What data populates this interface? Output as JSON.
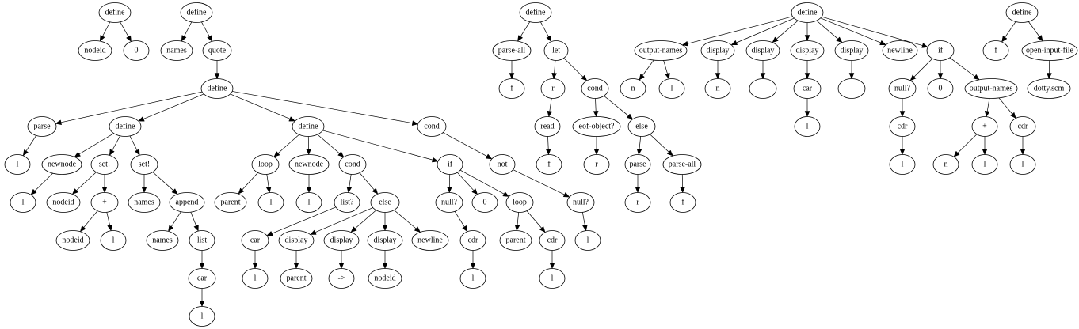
{
  "diagram": {
    "type": "syntax-tree",
    "nodes": [
      {
        "id": "a1",
        "label": "define"
      },
      {
        "id": "a2",
        "label": "nodeid"
      },
      {
        "id": "a3",
        "label": "0"
      },
      {
        "id": "b1",
        "label": "define"
      },
      {
        "id": "b2",
        "label": "names"
      },
      {
        "id": "b3",
        "label": "quote"
      },
      {
        "id": "b4",
        "label": "define"
      },
      {
        "id": "b5",
        "label": "parse"
      },
      {
        "id": "b6",
        "label": "define"
      },
      {
        "id": "b7",
        "label": "define"
      },
      {
        "id": "b8",
        "label": "cond"
      },
      {
        "id": "b9",
        "label": "l"
      },
      {
        "id": "b10",
        "label": "newnode"
      },
      {
        "id": "b11",
        "label": "set!"
      },
      {
        "id": "b12",
        "label": "set!"
      },
      {
        "id": "b13",
        "label": "l"
      },
      {
        "id": "b14",
        "label": "nodeid"
      },
      {
        "id": "b15",
        "label": "+"
      },
      {
        "id": "b16",
        "label": "names"
      },
      {
        "id": "b17",
        "label": "append"
      },
      {
        "id": "b18",
        "label": "nodeid"
      },
      {
        "id": "b19",
        "label": "l"
      },
      {
        "id": "b20",
        "label": "names"
      },
      {
        "id": "b21",
        "label": "list"
      },
      {
        "id": "b22",
        "label": "car"
      },
      {
        "id": "b23",
        "label": "l"
      },
      {
        "id": "c1",
        "label": "loop"
      },
      {
        "id": "c2",
        "label": "newnode"
      },
      {
        "id": "c3",
        "label": "cond"
      },
      {
        "id": "c4",
        "label": "if"
      },
      {
        "id": "c5",
        "label": "parent"
      },
      {
        "id": "c6",
        "label": "l"
      },
      {
        "id": "c7",
        "label": "l"
      },
      {
        "id": "c8",
        "label": "list?"
      },
      {
        "id": "c9",
        "label": "else"
      },
      {
        "id": "c10",
        "label": "car"
      },
      {
        "id": "c11",
        "label": "l"
      },
      {
        "id": "c12",
        "label": "display"
      },
      {
        "id": "c13",
        "label": "display"
      },
      {
        "id": "c14",
        "label": "display"
      },
      {
        "id": "c15",
        "label": "newline"
      },
      {
        "id": "c16",
        "label": "parent"
      },
      {
        "id": "c17",
        "label": "->"
      },
      {
        "id": "c18",
        "label": "nodeid"
      },
      {
        "id": "c19",
        "label": "null?"
      },
      {
        "id": "c20",
        "label": "0"
      },
      {
        "id": "c21",
        "label": "loop"
      },
      {
        "id": "c22",
        "label": "cdr"
      },
      {
        "id": "c23",
        "label": "l"
      },
      {
        "id": "c24",
        "label": "parent"
      },
      {
        "id": "c25",
        "label": "cdr"
      },
      {
        "id": "c26",
        "label": "l"
      },
      {
        "id": "c27",
        "label": "not"
      },
      {
        "id": "c28",
        "label": "null?"
      },
      {
        "id": "c29",
        "label": "l"
      },
      {
        "id": "d1",
        "label": "define"
      },
      {
        "id": "d2",
        "label": "parse-all"
      },
      {
        "id": "d3",
        "label": "let"
      },
      {
        "id": "d4",
        "label": "f"
      },
      {
        "id": "d5",
        "label": "r"
      },
      {
        "id": "d6",
        "label": "cond"
      },
      {
        "id": "d7",
        "label": "read"
      },
      {
        "id": "d8",
        "label": "eof-object?"
      },
      {
        "id": "d9",
        "label": "else"
      },
      {
        "id": "d10",
        "label": "f"
      },
      {
        "id": "d11",
        "label": "r"
      },
      {
        "id": "d12",
        "label": "parse"
      },
      {
        "id": "d13",
        "label": "parse-all"
      },
      {
        "id": "d14",
        "label": "r"
      },
      {
        "id": "d15",
        "label": "f"
      },
      {
        "id": "e1",
        "label": "define"
      },
      {
        "id": "e2",
        "label": "output-names"
      },
      {
        "id": "e3",
        "label": "display"
      },
      {
        "id": "e4",
        "label": "display"
      },
      {
        "id": "e5",
        "label": "display"
      },
      {
        "id": "e6",
        "label": "display"
      },
      {
        "id": "e7",
        "label": "newline"
      },
      {
        "id": "e8",
        "label": "if"
      },
      {
        "id": "e9",
        "label": "n"
      },
      {
        "id": "e10",
        "label": "l"
      },
      {
        "id": "e11",
        "label": "n"
      },
      {
        "id": "e12",
        "label": ""
      },
      {
        "id": "e13",
        "label": "car"
      },
      {
        "id": "e14",
        "label": ""
      },
      {
        "id": "e15",
        "label": "l"
      },
      {
        "id": "e16",
        "label": "null?"
      },
      {
        "id": "e17",
        "label": "0"
      },
      {
        "id": "e18",
        "label": "output-names"
      },
      {
        "id": "e19",
        "label": "cdr"
      },
      {
        "id": "e20",
        "label": "l"
      },
      {
        "id": "e21",
        "label": "+"
      },
      {
        "id": "e22",
        "label": "cdr"
      },
      {
        "id": "e23",
        "label": "n"
      },
      {
        "id": "e24",
        "label": "l"
      },
      {
        "id": "e25",
        "label": "l"
      },
      {
        "id": "f1",
        "label": "define"
      },
      {
        "id": "f2",
        "label": "f"
      },
      {
        "id": "f3",
        "label": "open-input-file"
      },
      {
        "id": "f4",
        "label": "dotty.scm"
      }
    ],
    "edges": [
      [
        "a1",
        "a2"
      ],
      [
        "a1",
        "a3"
      ],
      [
        "b1",
        "b2"
      ],
      [
        "b1",
        "b3"
      ],
      [
        "b3",
        "b4"
      ],
      [
        "b4",
        "b5"
      ],
      [
        "b4",
        "b6"
      ],
      [
        "b4",
        "b7"
      ],
      [
        "b4",
        "b8"
      ],
      [
        "b5",
        "b9"
      ],
      [
        "b6",
        "b10"
      ],
      [
        "b6",
        "b11"
      ],
      [
        "b6",
        "b12"
      ],
      [
        "b10",
        "b13"
      ],
      [
        "b11",
        "b14"
      ],
      [
        "b11",
        "b15"
      ],
      [
        "b12",
        "b16"
      ],
      [
        "b12",
        "b17"
      ],
      [
        "b15",
        "b18"
      ],
      [
        "b15",
        "b19"
      ],
      [
        "b17",
        "b20"
      ],
      [
        "b17",
        "b21"
      ],
      [
        "b21",
        "b22"
      ],
      [
        "b22",
        "b23"
      ],
      [
        "b7",
        "c1"
      ],
      [
        "b7",
        "c2"
      ],
      [
        "b7",
        "c3"
      ],
      [
        "b7",
        "c4"
      ],
      [
        "c1",
        "c5"
      ],
      [
        "c1",
        "c6"
      ],
      [
        "c2",
        "c7"
      ],
      [
        "c3",
        "c8"
      ],
      [
        "c3",
        "c9"
      ],
      [
        "c8",
        "c10"
      ],
      [
        "c10",
        "c11"
      ],
      [
        "c9",
        "c12"
      ],
      [
        "c9",
        "c13"
      ],
      [
        "c9",
        "c14"
      ],
      [
        "c9",
        "c15"
      ],
      [
        "c12",
        "c16"
      ],
      [
        "c13",
        "c17"
      ],
      [
        "c14",
        "c18"
      ],
      [
        "c4",
        "c19"
      ],
      [
        "c4",
        "c20"
      ],
      [
        "c4",
        "c21"
      ],
      [
        "c19",
        "c22"
      ],
      [
        "c22",
        "c23"
      ],
      [
        "c21",
        "c24"
      ],
      [
        "c21",
        "c25"
      ],
      [
        "c25",
        "c26"
      ],
      [
        "b8",
        "c27"
      ],
      [
        "c27",
        "c28"
      ],
      [
        "c28",
        "c29"
      ],
      [
        "d1",
        "d2"
      ],
      [
        "d1",
        "d3"
      ],
      [
        "d2",
        "d4"
      ],
      [
        "d3",
        "d5"
      ],
      [
        "d3",
        "d6"
      ],
      [
        "d5",
        "d7"
      ],
      [
        "d6",
        "d8"
      ],
      [
        "d6",
        "d9"
      ],
      [
        "d7",
        "d10"
      ],
      [
        "d8",
        "d11"
      ],
      [
        "d9",
        "d12"
      ],
      [
        "d9",
        "d13"
      ],
      [
        "d12",
        "d14"
      ],
      [
        "d13",
        "d15"
      ],
      [
        "e1",
        "e2"
      ],
      [
        "e1",
        "e3"
      ],
      [
        "e1",
        "e4"
      ],
      [
        "e1",
        "e5"
      ],
      [
        "e1",
        "e6"
      ],
      [
        "e1",
        "e7"
      ],
      [
        "e1",
        "e8"
      ],
      [
        "e2",
        "e9"
      ],
      [
        "e2",
        "e10"
      ],
      [
        "e3",
        "e11"
      ],
      [
        "e4",
        "e12"
      ],
      [
        "e5",
        "e13"
      ],
      [
        "e6",
        "e14"
      ],
      [
        "e13",
        "e15"
      ],
      [
        "e8",
        "e16"
      ],
      [
        "e8",
        "e17"
      ],
      [
        "e8",
        "e18"
      ],
      [
        "e16",
        "e19"
      ],
      [
        "e19",
        "e20"
      ],
      [
        "e18",
        "e21"
      ],
      [
        "e18",
        "e22"
      ],
      [
        "e21",
        "e23"
      ],
      [
        "e21",
        "e24"
      ],
      [
        "e22",
        "e25"
      ],
      [
        "f1",
        "f2"
      ],
      [
        "f1",
        "f3"
      ],
      [
        "f3",
        "f4"
      ]
    ]
  }
}
